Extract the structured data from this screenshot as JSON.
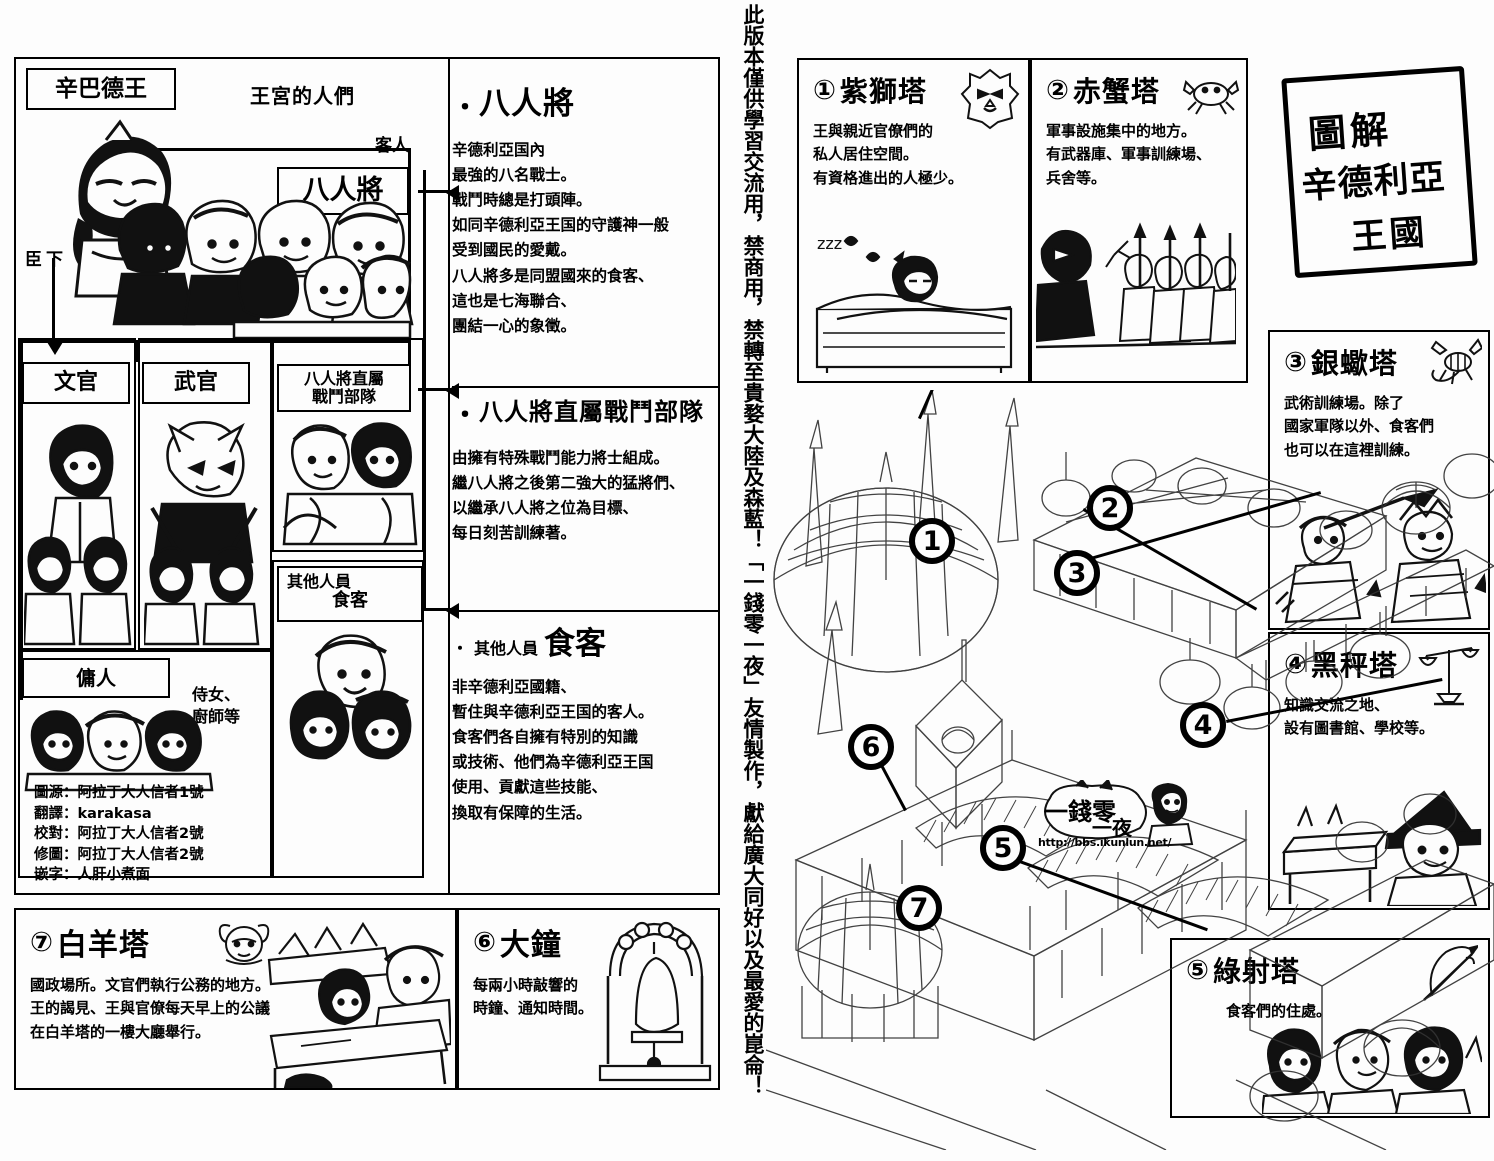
{
  "title_stamp": {
    "line1": "圖解",
    "line2": "辛德利亞",
    "line3": "王國"
  },
  "vertical_note": "此版本僅供學習交流用，禁商用，禁轉至貴婺大陸及森藍！「一錢零一夜」友情製作，獻給廣大同好以及最愛的崑侖！",
  "org_chart": {
    "palace_title": "王宮的人們",
    "guest_label": "客人",
    "king_box": "辛巴德王",
    "subordinate_label": "臣下",
    "eight_generals_box": "八人將",
    "civil_officer_box": "文官",
    "military_officer_box": "武官",
    "direct_unit_box_line1": "八人將直屬",
    "direct_unit_box_line2": "戰鬥部隊",
    "servant_box": "傭人",
    "servant_sub": "侍女、\n廚師等",
    "other_box_line1": "其他人員",
    "other_box_line2": "食客"
  },
  "sections": [
    {
      "marker": "・",
      "heading": "八人將",
      "body": "辛德利亞国內\n最強的八名戰士。\n戰鬥時總是打頭陣。\n如同辛德利亞王国的守護神一般\n受到國民的愛戴。\n八人將多是同盟國來的食客、\n這也是七海聯合、\n團結一心的象徵。"
    },
    {
      "marker": "・",
      "heading": "八人將直屬戰鬥部隊",
      "body": "由擁有特殊戰鬥能力將士組成。\n繼八人將之後第二強大的猛將們、\n以繼承八人將之位為目標、\n每日刻苦訓練著。"
    },
    {
      "marker": "・",
      "heading_pre": "其他人員",
      "heading": "食客",
      "body": "非辛德利亞國籍、\n暫住與辛德利亞王国的客人。\n食客們各自擁有特別的知識\n或技術、他們為辛德利亞王国\n使用、貢獻這些技能、\n換取有保障的生活。"
    }
  ],
  "credits": "圖源：阿拉丁大人信者1號\n翻譯：karakasa\n校對：阿拉丁大人信者2號\n修圖：阿拉丁大人信者2號\n嵌字：人肝小煮面",
  "towers": [
    {
      "num": "①",
      "name": "紫獅塔",
      "icon": "lion-head-icon",
      "body": "王與親近官僚們的\n私人居住空間。\n有資格進出的人極少。"
    },
    {
      "num": "②",
      "name": "赤蟹塔",
      "icon": "crab-icon",
      "body": "軍事設施集中的地方。\n有武器庫、軍事訓練場、\n兵舍等。"
    },
    {
      "num": "③",
      "name": "銀蠍塔",
      "icon": "scorpion-icon",
      "body": "武術訓練場。除了\n國家軍隊以外、食客們\n也可以在這裡訓練。"
    },
    {
      "num": "④",
      "name": "黑秤塔",
      "icon": "scales-icon",
      "body": "知識交流之地、\n設有圖書館、學校等。"
    },
    {
      "num": "⑤",
      "name": "綠射塔",
      "icon": "bow-arrow-icon",
      "body": "食客們的住處。"
    },
    {
      "num": "⑥",
      "name": "大鐘",
      "icon": "bell-icon",
      "body": "每兩小時敲響的\n時鐘、通知時間。"
    },
    {
      "num": "⑦",
      "name": "白羊塔",
      "icon": "ram-head-icon",
      "body": "國政場所。文官們執行公務的地方。\n王的謁見、王與官僚每天早上的公議\n在白羊塔的一樓大廳舉行。"
    }
  ],
  "map_markers": [
    {
      "id": "1",
      "label": "①"
    },
    {
      "id": "2",
      "label": "②"
    },
    {
      "id": "3",
      "label": "③"
    },
    {
      "id": "4",
      "label": "④"
    },
    {
      "id": "5",
      "label": "⑤"
    },
    {
      "id": "6",
      "label": "⑥"
    },
    {
      "id": "7",
      "label": "⑦"
    }
  ],
  "watermark": {
    "part1": "一錢零",
    "part2": "一夜",
    "url": "http://bbs.ikunlun.net/"
  }
}
